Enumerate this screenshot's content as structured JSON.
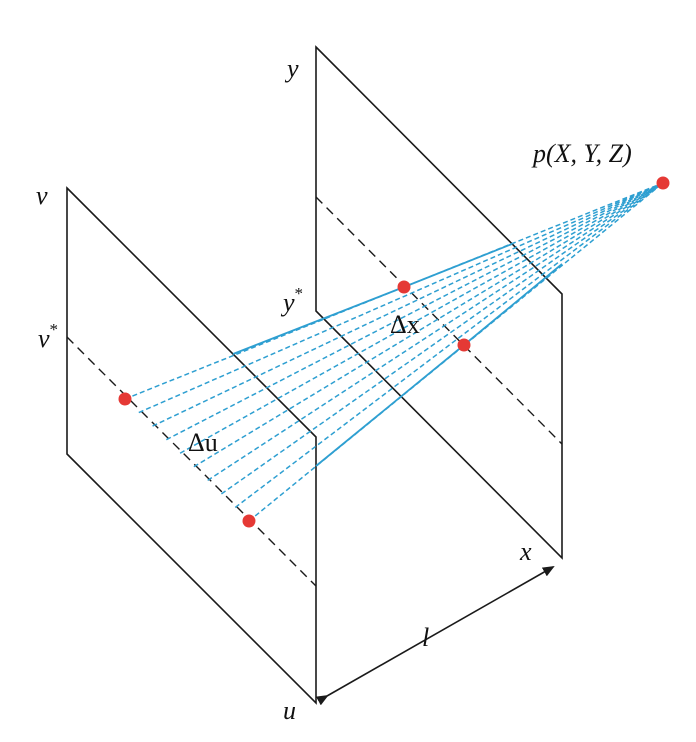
{
  "labels": {
    "v_axis": "v",
    "v_star_base": "v",
    "v_star_sup": "*",
    "u_axis": "u",
    "y_axis": "y",
    "y_star_base": "y",
    "y_star_sup": "*",
    "x_axis": "x",
    "delta_u": "Δu",
    "delta_x": "Δx",
    "baseline": "l",
    "point": "p(X, Y, Z)"
  },
  "colors": {
    "ray": "#2e9fd1",
    "point": "#e53935",
    "line": "#1a1a1a"
  }
}
